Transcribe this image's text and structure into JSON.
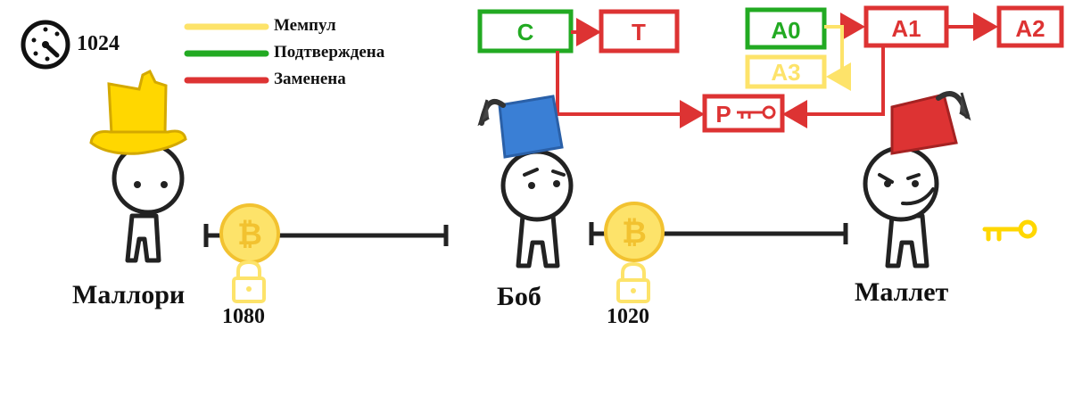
{
  "clock": {
    "icon": "clock-icon",
    "value": "1024"
  },
  "legend": [
    {
      "label": "Мемпул",
      "color": "#fde36a"
    },
    {
      "label": "Подтверждена",
      "color": "#22aa22"
    },
    {
      "label": "Заменена",
      "color": "#dd3333"
    }
  ],
  "blocks": {
    "c": "C",
    "t": "T",
    "a0": "A0",
    "a1": "A1",
    "a2": "A2",
    "a3": "A3",
    "p": "P"
  },
  "people": {
    "left": {
      "name": "Маллори",
      "hat_color": "#ffd700"
    },
    "middle": {
      "name": "Боб",
      "hat_color": "#3a7fd5"
    },
    "right": {
      "name": "Маллет",
      "hat_color": "#dd3333"
    }
  },
  "channels": [
    {
      "locktime": "1080",
      "coin_icon": "bitcoin-icon",
      "lock_icon": "padlock-icon"
    },
    {
      "locktime": "1020",
      "coin_icon": "bitcoin-icon",
      "lock_icon": "padlock-icon"
    }
  ],
  "colors": {
    "mempool": "#fde36a",
    "confirmed": "#22aa22",
    "replaced": "#dd3333",
    "coin": "#fde36a",
    "coin_dark": "#f2c230"
  }
}
